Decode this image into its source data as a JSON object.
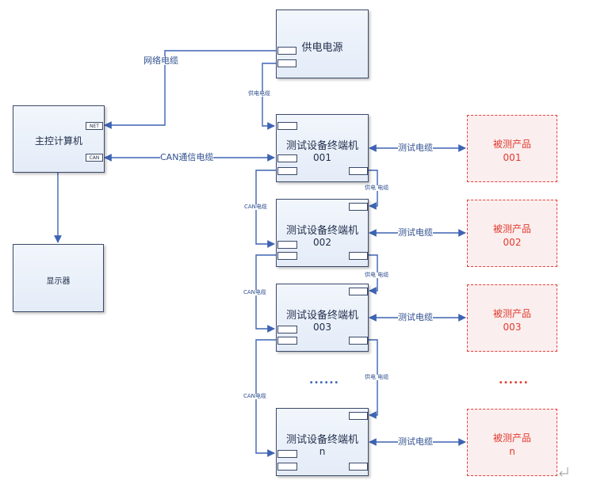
{
  "nodes": {
    "power_supply": "供电电源",
    "main_computer": "主控计算机",
    "main_computer_ports": [
      "NET",
      "CAN"
    ],
    "display": "显示器",
    "test_equipment": [
      {
        "title": "测试设备终端机",
        "id": "001"
      },
      {
        "title": "测试设备终端机",
        "id": "002"
      },
      {
        "title": "测试设备终端机",
        "id": "003"
      },
      {
        "title": "测试设备终端机",
        "id": "n"
      }
    ],
    "products": [
      {
        "title": "被测产品",
        "id": "001"
      },
      {
        "title": "被测产品",
        "id": "002"
      },
      {
        "title": "被测产品",
        "id": "003"
      },
      {
        "title": "被测产品",
        "id": "n"
      }
    ]
  },
  "edges": {
    "network_cable": "网络电缆",
    "can_comm_cable": "CAN通信电缆",
    "power_cable": "供电电缆",
    "power_cable_spaced": "供电 电缆",
    "can_cable": "CAN电缆",
    "test_cable": "测试电缆"
  },
  "ellipsis": "......",
  "colors": {
    "line": "#3d63b3",
    "box_border": "#3b4a6b",
    "product_border": "#e8403c",
    "product_text": "#e23a2e"
  }
}
